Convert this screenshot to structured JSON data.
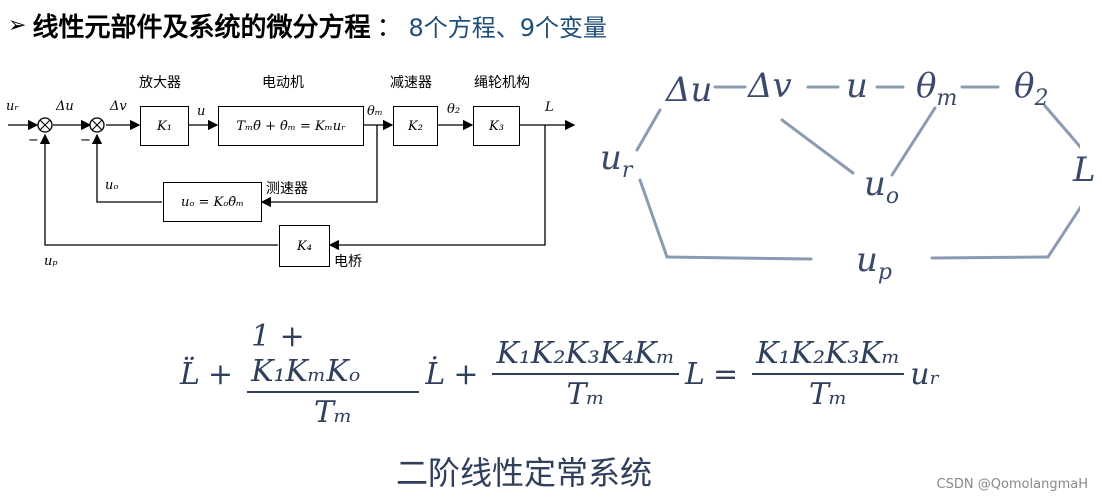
{
  "title": {
    "arrow": "➢",
    "bold": "线性元部件及系统的微分方程",
    "colon": "：",
    "rest": "8个方程、9个变量"
  },
  "block_diagram": {
    "headers": {
      "amplifier": "放大器",
      "motor": "电动机",
      "reducer": "减速器",
      "pulley": "绳轮机构"
    },
    "blocks": {
      "k1": "K₁",
      "motor": "Tₘθ̈ + θ̇ₘ = Kₘuᵣ",
      "k2": "K₂",
      "k3": "K₃",
      "tacho": "uₒ = Kₒθ̇ₘ",
      "k4": "K₄"
    },
    "signals": {
      "ur": "uᵣ",
      "du": "Δu",
      "dv": "Δv",
      "u": "u",
      "theta_m": "θₘ",
      "theta_2": "θ₂",
      "L": "L",
      "uo": "uₒ",
      "up": "uₚ",
      "minus1": "−",
      "minus2": "−"
    },
    "captions": {
      "tacho": "测速器",
      "bridge": "电桥"
    }
  },
  "graph": {
    "nodes": {
      "du": "Δu",
      "dv": "Δv",
      "u": "u",
      "theta_m": "θ",
      "theta_m_sub": "m",
      "theta_2": "θ",
      "theta_2_sub": "2",
      "ur": "u",
      "ur_sub": "r",
      "uo": "u",
      "uo_sub": "o",
      "L": "L",
      "up": "u",
      "up_sub": "p"
    }
  },
  "equation": {
    "lhs_term1": "L̈",
    "plus": "+",
    "frac1_num": "1 + K₁KₘKₒ",
    "frac1_den": "Tₘ",
    "lhs_term2": "L̇",
    "frac2_num": "K₁K₂K₃K₄Kₘ",
    "frac2_den": "Tₘ",
    "lhs_term3": "L",
    "equals": "=",
    "frac3_num": "K₁K₂K₃Kₘ",
    "frac3_den": "Tₘ",
    "rhs_var": "uᵣ"
  },
  "footer": "二阶线性定常系统",
  "watermark": "CSDN @QomolangmaH",
  "colors": {
    "title_accent": "#1f4e79",
    "graph_edge": "#8a9bb3",
    "graph_text": "#3b4a6b"
  }
}
